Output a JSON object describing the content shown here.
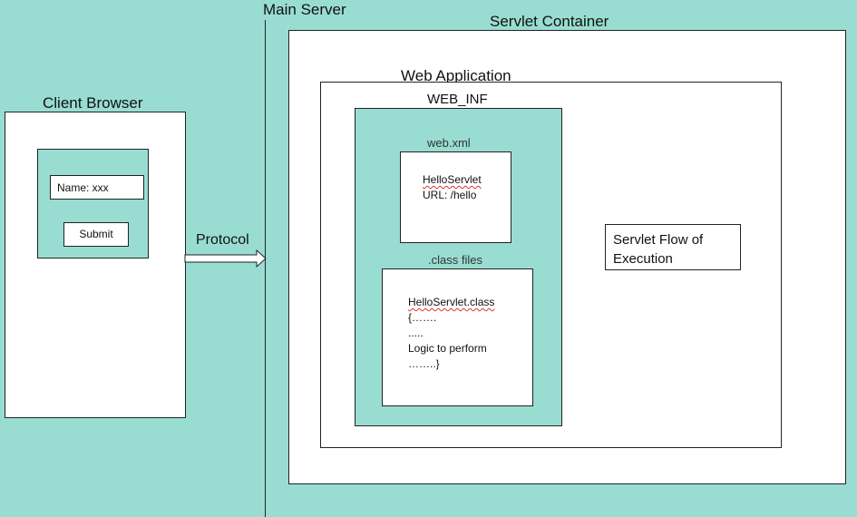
{
  "main_server": {
    "label": "Main Server"
  },
  "client_browser": {
    "title": "Client Browser",
    "form": {
      "name_field": "Name: xxx",
      "submit_label": "Submit"
    }
  },
  "protocol": {
    "label": "Protocol"
  },
  "servlet_container": {
    "title": "Servlet Container"
  },
  "web_application": {
    "title": "Web Application"
  },
  "web_inf": {
    "title": "WEB_INF"
  },
  "web_xml": {
    "title": "web.xml",
    "servlet_name": "HelloServlet",
    "url": "URL: /hello"
  },
  "class_files": {
    "title": ".class files",
    "lines": [
      "HelloServlet.class",
      "{…….",
      ".....",
      "Logic to perform",
      "……..}"
    ]
  },
  "servlet_flow": {
    "label": "Servlet Flow of Execution"
  },
  "colors": {
    "background": "#99ddd2",
    "box": "#ffffff",
    "border": "#222222",
    "spellcheck": "#dd3333"
  }
}
